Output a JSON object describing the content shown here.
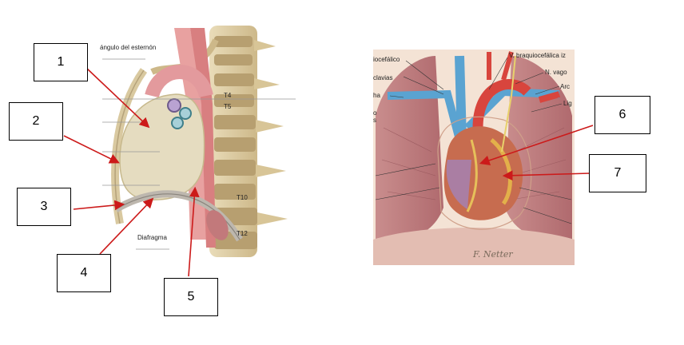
{
  "labels": [
    "1",
    "2",
    "3",
    "4",
    "5",
    "6",
    "7"
  ],
  "left_figure": {
    "text_top": "ángulo del esternón",
    "text_t4": "T4",
    "text_t5": "T5",
    "text_t10": "T10",
    "text_t12": "T12",
    "text_diaphragm": "Diafragma"
  },
  "right_figure": {
    "text_brachiocephalic_left": "iocefálico",
    "text_subclavian": "clavias",
    "text_small1": "ha",
    "text_small2": "o",
    "text_small3": "s",
    "text_v_brachio": "V. braquiocefálica iz",
    "text_n_vago": "N. vago",
    "text_arco": "Arc",
    "text_lig": "Lig",
    "signature": "F. Netter"
  },
  "colors": {
    "arrow": "#cc1a1a",
    "box_border": "#000000"
  }
}
